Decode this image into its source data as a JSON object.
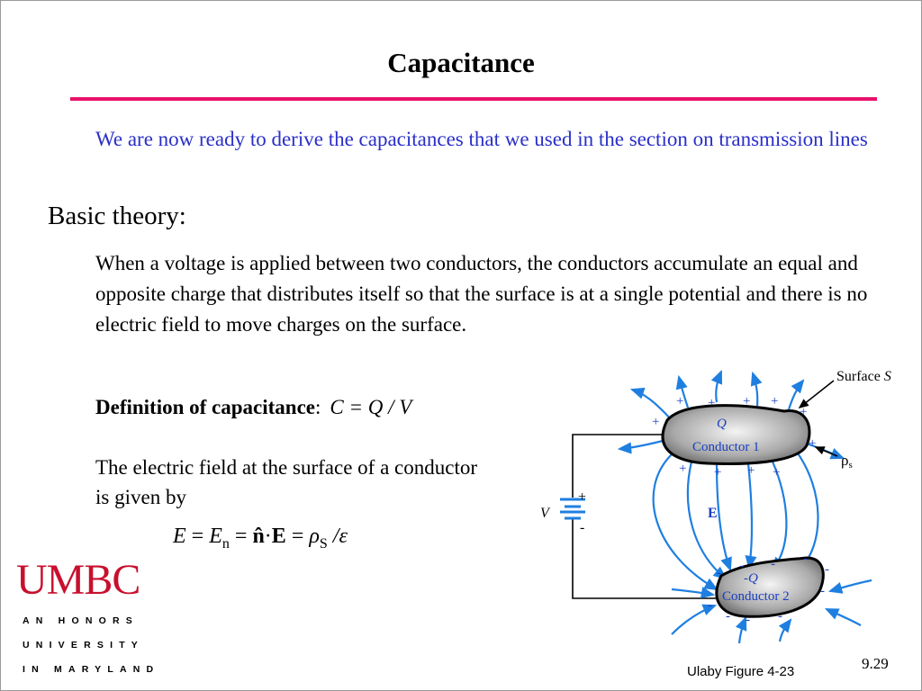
{
  "slide": {
    "title": "Capacitance",
    "intro": "We are now ready to derive the capacitances that we used in the section on transmission lines",
    "heading": "Basic theory:",
    "paragraph": "When a voltage is applied between two conductors, the conductors accumulate an equal and opposite charge that distributes itself so that the surface is at a single potential and there is no electric field to move charges on the surface.",
    "definition_label": "Definition of capacitance",
    "definition_colon": ":",
    "definition_eq": "C = Q / V",
    "field_text": "The electric field at the surface of a conductor is given by",
    "field_eq": {
      "E": "E",
      "eq1": " = ",
      "En": "E",
      "sub_n": "n",
      "eq2": " = ",
      "nhat": "n̂",
      "dot": "·",
      "bold_E": "E",
      "eq3": " = ",
      "rho": "ρ",
      "sub_S": "S",
      "over_eps": " /ε"
    },
    "credit": "Ulaby Figure 4-23",
    "page_number": "9.29"
  },
  "logo": {
    "name": "UMBC",
    "line1": "AN HONORS",
    "line2": "UNIVERSITY",
    "line3": "IN MARYLAND"
  },
  "figure": {
    "surface_label": "Surface",
    "surface_symbol": "S",
    "conductor1_charge": "Q",
    "conductor1_label": "Conductor 1",
    "conductor2_charge": "-Q",
    "conductor2_label": "Conductor 2",
    "rho_label": "ρ",
    "rho_sub": "s",
    "field_label": "E",
    "voltage_label": "V",
    "plus_sign": "+",
    "minus_sign": "-"
  },
  "colors": {
    "title_rule": "#e8126a",
    "intro_text": "#2a2fc9",
    "logo_red": "#c8102e",
    "field_lines": "#1f7fe0",
    "label_blue": "#1a3fc0"
  }
}
